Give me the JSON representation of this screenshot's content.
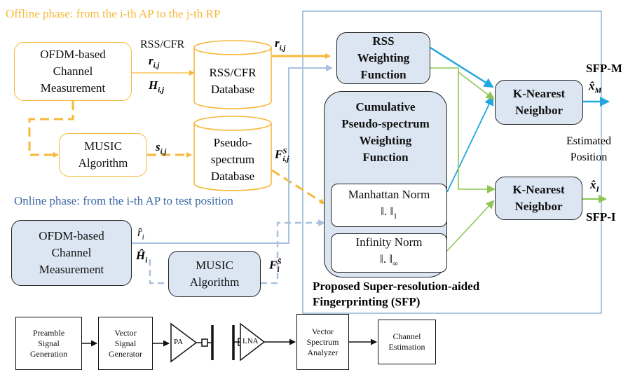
{
  "offline_phase_title": "Offline phase: from the i-th AP to the j-th RP",
  "online_phase_title": "Online phase: from the i-th AP to test position",
  "offline": {
    "ofdm_box": [
      "OFDM-based",
      "Channel",
      "Measurement"
    ],
    "rss_cfr_label": "RSS/CFR",
    "rss_cfr_db": [
      "RSS/CFR",
      "Database"
    ],
    "music_box": [
      "MUSIC",
      "Algorithm"
    ],
    "pseudo_db": [
      "Pseudo-",
      "spectrum",
      "Database"
    ]
  },
  "online": {
    "ofdm_box": [
      "OFDM-based",
      "Channel",
      "Measurement"
    ],
    "music_box": [
      "MUSIC",
      "Algorithm"
    ]
  },
  "sfp": {
    "rss_weighting": [
      "RSS",
      "Weighting",
      "Function"
    ],
    "cumulative": [
      "Cumulative",
      "Pseudo-spectrum",
      "Weighting",
      "Function"
    ],
    "manhattan": "Manhattan Norm",
    "manhattan_expr": "‖. ‖",
    "manhattan_sub": "1",
    "infinity": "Infinity Norm",
    "infinity_expr": "‖. ‖",
    "infinity_sub": "∞",
    "knn_m": [
      "K-Nearest",
      "Neighbor"
    ],
    "knn_i": [
      "K-Nearest",
      "Neighbor"
    ],
    "sfp_m": "SFP-M",
    "sfp_i": "SFP-I",
    "estimated": [
      "Estimated",
      "Position"
    ],
    "caption": [
      "Proposed Super-resolution-aided",
      "Fingerprinting (SFP)"
    ]
  },
  "hardware": {
    "preamble": [
      "Preamble",
      "Signal",
      "Generation"
    ],
    "vsg": [
      "Vector",
      "Signal",
      "Generator"
    ],
    "pa": "PA",
    "lna": "LNA",
    "vsa": [
      "Vector",
      "Spectrum",
      "Analyzer"
    ],
    "channel_est": [
      "Channel",
      "Estimation"
    ]
  },
  "colors": {
    "offline": "#f6b93a",
    "online": "#a9c1e0",
    "online_text": "#3e6aa5",
    "box_fill": "#dce6f2",
    "cyan_arrow": "#22a7e0",
    "green_arrow": "#8dc653"
  }
}
